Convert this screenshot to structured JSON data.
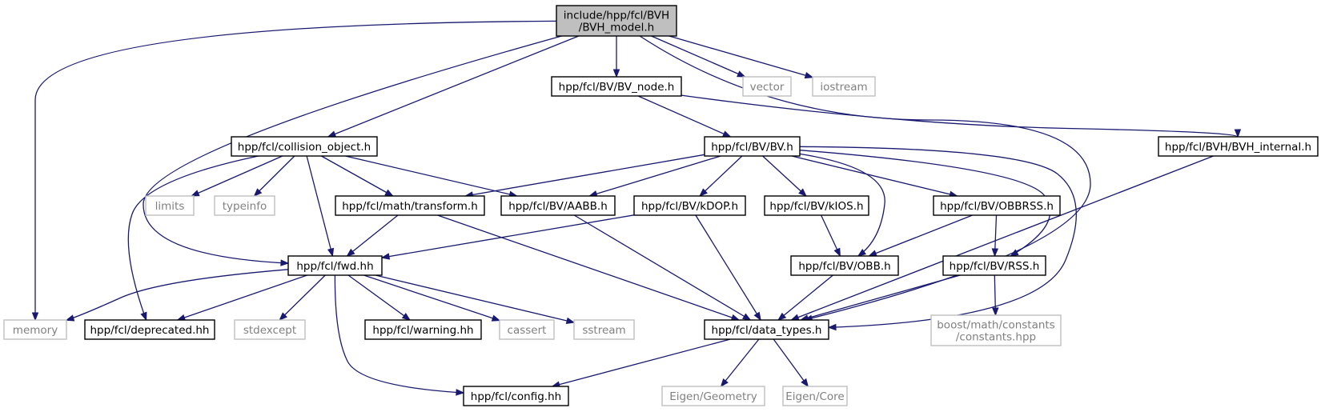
{
  "diagram": {
    "colors": {
      "edge": "#191970",
      "root_fill": "#bfbfbf",
      "header_border": "#000000",
      "system_border": "#bfbfbf",
      "system_text": "#808080"
    },
    "nodes": [
      {
        "id": "root",
        "kind": "root",
        "label": [
          "include/hpp/fcl/BVH",
          "/BVH_model.h"
        ]
      },
      {
        "id": "bv_node",
        "kind": "header",
        "label": [
          "hpp/fcl/BV/BV_node.h"
        ]
      },
      {
        "id": "vector",
        "kind": "system",
        "label": [
          "vector"
        ]
      },
      {
        "id": "iostream",
        "kind": "system",
        "label": [
          "iostream"
        ]
      },
      {
        "id": "collision_object",
        "kind": "header",
        "label": [
          "hpp/fcl/collision_object.h"
        ]
      },
      {
        "id": "bv_h",
        "kind": "header",
        "label": [
          "hpp/fcl/BV/BV.h"
        ]
      },
      {
        "id": "bvh_internal",
        "kind": "header",
        "label": [
          "hpp/fcl/BVH/BVH_internal.h"
        ]
      },
      {
        "id": "limits",
        "kind": "system",
        "label": [
          "limits"
        ]
      },
      {
        "id": "typeinfo",
        "kind": "system",
        "label": [
          "typeinfo"
        ]
      },
      {
        "id": "transform",
        "kind": "header",
        "label": [
          "hpp/fcl/math/transform.h"
        ]
      },
      {
        "id": "aabb",
        "kind": "header",
        "label": [
          "hpp/fcl/BV/AABB.h"
        ]
      },
      {
        "id": "kdop",
        "kind": "header",
        "label": [
          "hpp/fcl/BV/kDOP.h"
        ]
      },
      {
        "id": "kios",
        "kind": "header",
        "label": [
          "hpp/fcl/BV/kIOS.h"
        ]
      },
      {
        "id": "obbrss",
        "kind": "header",
        "label": [
          "hpp/fcl/BV/OBBRSS.h"
        ]
      },
      {
        "id": "fwd",
        "kind": "header",
        "label": [
          "hpp/fcl/fwd.hh"
        ]
      },
      {
        "id": "obb",
        "kind": "header",
        "label": [
          "hpp/fcl/BV/OBB.h"
        ]
      },
      {
        "id": "rss",
        "kind": "header",
        "label": [
          "hpp/fcl/BV/RSS.h"
        ]
      },
      {
        "id": "memory",
        "kind": "system",
        "label": [
          "memory"
        ]
      },
      {
        "id": "deprecated",
        "kind": "header",
        "label": [
          "hpp/fcl/deprecated.hh"
        ]
      },
      {
        "id": "stdexcept",
        "kind": "system",
        "label": [
          "stdexcept"
        ]
      },
      {
        "id": "warning",
        "kind": "header",
        "label": [
          "hpp/fcl/warning.hh"
        ]
      },
      {
        "id": "cassert",
        "kind": "system",
        "label": [
          "cassert"
        ]
      },
      {
        "id": "sstream",
        "kind": "system",
        "label": [
          "sstream"
        ]
      },
      {
        "id": "data_types",
        "kind": "header",
        "label": [
          "hpp/fcl/data_types.h"
        ]
      },
      {
        "id": "boost_constants",
        "kind": "system",
        "label": [
          "boost/math/constants",
          "/constants.hpp"
        ]
      },
      {
        "id": "config",
        "kind": "header",
        "label": [
          "hpp/fcl/config.hh"
        ]
      },
      {
        "id": "eigen_geometry",
        "kind": "system",
        "label": [
          "Eigen/Geometry"
        ]
      },
      {
        "id": "eigen_core",
        "kind": "system",
        "label": [
          "Eigen/Core"
        ]
      }
    ],
    "edges": [
      [
        "root",
        "memory"
      ],
      [
        "root",
        "fwd"
      ],
      [
        "root",
        "collision_object"
      ],
      [
        "root",
        "bv_node"
      ],
      [
        "root",
        "data_types"
      ],
      [
        "root",
        "vector"
      ],
      [
        "root",
        "iostream"
      ],
      [
        "bv_node",
        "bv_h"
      ],
      [
        "bv_node",
        "bvh_internal"
      ],
      [
        "collision_object",
        "deprecated"
      ],
      [
        "collision_object",
        "limits"
      ],
      [
        "collision_object",
        "typeinfo"
      ],
      [
        "collision_object",
        "fwd"
      ],
      [
        "collision_object",
        "transform"
      ],
      [
        "collision_object",
        "aabb"
      ],
      [
        "bv_h",
        "transform"
      ],
      [
        "bv_h",
        "aabb"
      ],
      [
        "bv_h",
        "kdop"
      ],
      [
        "bv_h",
        "kios"
      ],
      [
        "bv_h",
        "obb"
      ],
      [
        "bv_h",
        "obbrss"
      ],
      [
        "bv_h",
        "rss"
      ],
      [
        "bv_h",
        "data_types"
      ],
      [
        "bvh_internal",
        "data_types"
      ],
      [
        "transform",
        "fwd"
      ],
      [
        "transform",
        "data_types"
      ],
      [
        "aabb",
        "data_types"
      ],
      [
        "kdop",
        "fwd"
      ],
      [
        "kdop",
        "data_types"
      ],
      [
        "kios",
        "obb"
      ],
      [
        "obbrss",
        "obb"
      ],
      [
        "obbrss",
        "rss"
      ],
      [
        "fwd",
        "memory"
      ],
      [
        "fwd",
        "deprecated"
      ],
      [
        "fwd",
        "stdexcept"
      ],
      [
        "fwd",
        "warning"
      ],
      [
        "fwd",
        "cassert"
      ],
      [
        "fwd",
        "sstream"
      ],
      [
        "fwd",
        "config"
      ],
      [
        "obb",
        "data_types"
      ],
      [
        "rss",
        "data_types"
      ],
      [
        "rss",
        "boost_constants"
      ],
      [
        "data_types",
        "config"
      ],
      [
        "data_types",
        "eigen_geometry"
      ],
      [
        "data_types",
        "eigen_core"
      ]
    ]
  }
}
